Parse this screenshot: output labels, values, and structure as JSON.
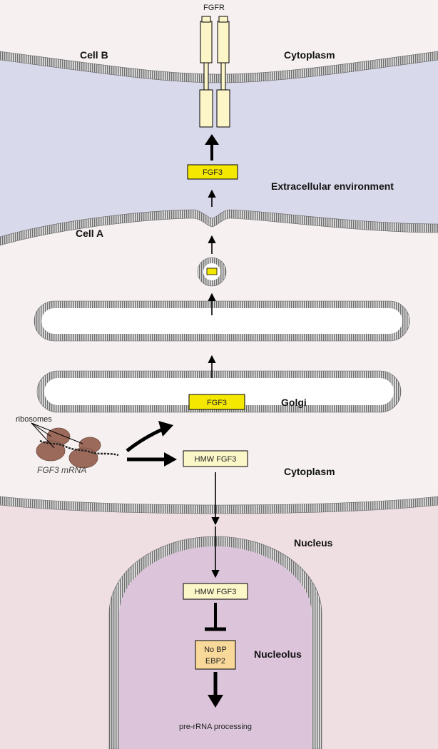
{
  "labels": {
    "fgfr": "FGFR",
    "cell_b": "Cell B",
    "cytoplasm_top": "Cytoplasm",
    "fgf3_extracellular": "FGF3",
    "extracellular": "Extracellular environment",
    "cell_a": "Cell A",
    "fgf3_golgi": "FGF3",
    "golgi": "Golgi",
    "ribosomes": "ribosomes",
    "mrna": "FGF3 mRNA",
    "hmw_cyto": "HMW FGF3",
    "cytoplasm_mid": "Cytoplasm",
    "nucleus": "Nucleus",
    "hmw_nuc": "HMW FGF3",
    "nobp": "No BP",
    "ebp2": "EBP2",
    "nucleolus": "Nucleolus",
    "prerna": "pre-rRNA processing"
  },
  "colors": {
    "background": "#f7f0f0",
    "extracellular": "#d9d9ec",
    "nucleus": "#efdfe3",
    "nucleolus": "#dcc5db",
    "fgf3_yellow": "#f5e800",
    "pale_box": "#fbf7c8",
    "nobp_box": "#f9d999",
    "ribosome": "#9b6a5a",
    "membrane": "#777777"
  }
}
